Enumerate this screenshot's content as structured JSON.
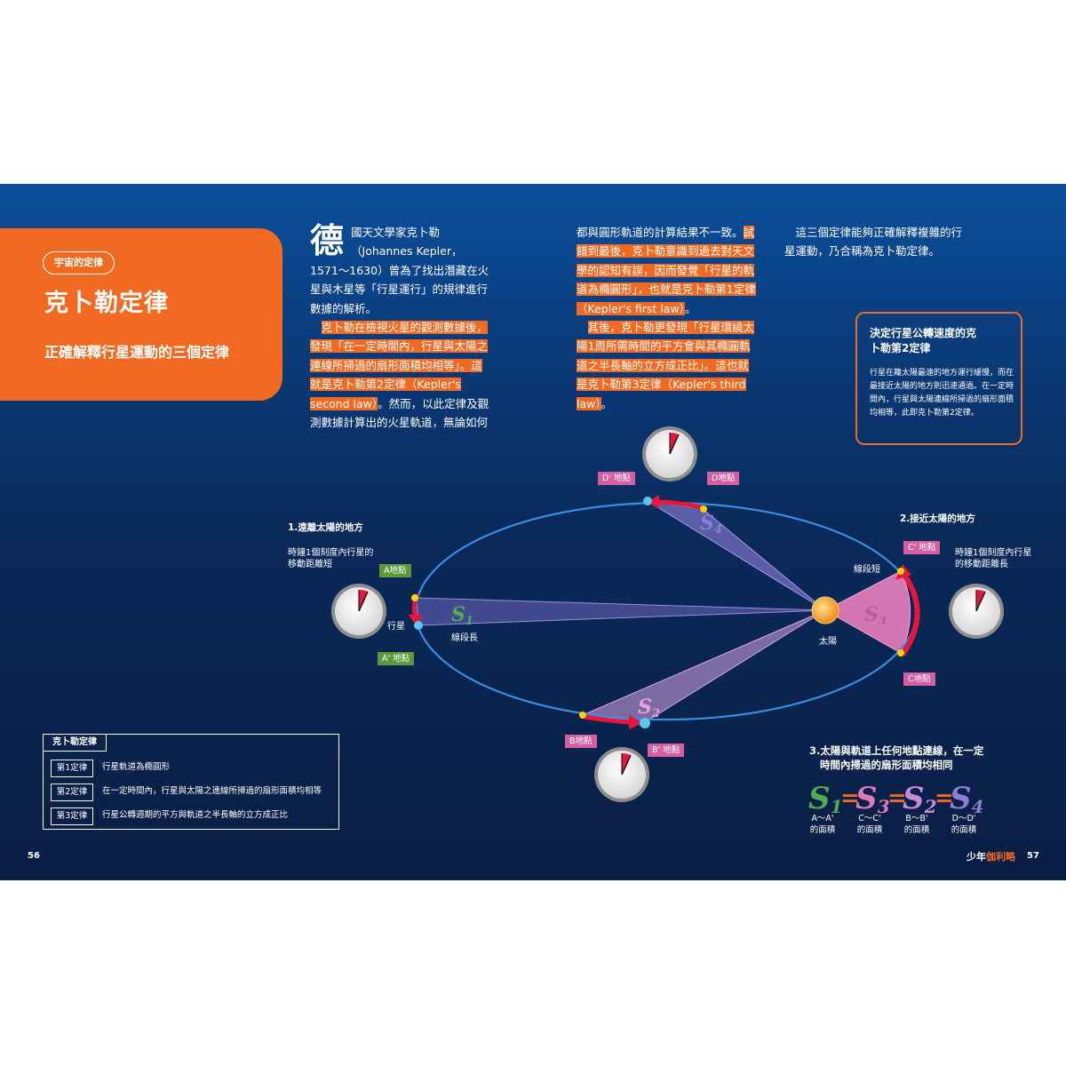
{
  "colors": {
    "accent": "#f26a22",
    "bg_top": "#0b4f9c",
    "bg_bottom": "#0a1e44",
    "orbit": "#3a8ee0",
    "s1": "#4fae52",
    "s3": "#e07bb8",
    "s2": "#c78ad8",
    "s4": "#8a7fd0"
  },
  "header": {
    "section_tag": "宇宙的定律",
    "title": "克卜勒定律",
    "subtitle": "正確解釋行星運動的三個定律"
  },
  "column1": {
    "dropcap": "德",
    "p1": "國天文學家克卜勒（Johannes Kepler，1571～1630）曾為了找出潛藏在火星與木星等「行星運行」的規律進行數據的解析。",
    "p2_pre": "　",
    "p2_hl": "克卜勒在檢視火星的觀測數據後，發現「在一定時間內，行星與太陽之連線所掃過的扇形面積均相等」。這就是克卜勒第2定律（Kepler's second law）",
    "p2_post": "。然而，以此定律及觀測數據計算出的火星軌道，無論如何"
  },
  "column2": {
    "p1_pre": "都與圓形軌道的計算結果不一致。",
    "p1_hl": "試錯到最後，克卜勒意識到過去對天文學的認知有誤，因而發覺「行星的軌道為橢圓形」，也就是克卜勒第1定律（Kepler's first law）",
    "p1_post": "。",
    "p2_pre": "　",
    "p2_hl": "其後，克卜勒更發現「行星環繞太陽1周所需時間的平方會與其橢圓軌道之半長軸的立方成正比」。這也就是克卜勒第3定律（Kepler's third law）",
    "p2_post": "。"
  },
  "column3": {
    "p1": "　這三個定律能夠正確解釋複雜的行星運動，乃合稱為克卜勒定律。"
  },
  "law2_box": {
    "title": "決定行星公轉速度的克卜勒第2定律",
    "body": "行星在離太陽最遠的地方運行緩慢，而在最接近太陽的地方則迅速通過。在一定時間內，行星與太陽連線所掃過的扇形面積均相等，此即克卜勒第2定律。"
  },
  "diagram": {
    "far_heading": "1.遠離太陽的地方",
    "far_note": "時鐘1個刻度內行星的移動距離短",
    "near_heading": "2.接近太陽的地方",
    "near_note": "時鐘1個刻度內行星的移動距離長",
    "planet": "行星",
    "long_segment": "線段長",
    "short_segment": "線段短",
    "sun": "太陽",
    "tags": {
      "A": "A地點",
      "A2": "A' 地點",
      "B": "B地點",
      "B2": "B' 地點",
      "C": "C地點",
      "C2": "C' 地點",
      "D": "D地點",
      "D2": "D' 地點"
    },
    "areas": {
      "S1": "S",
      "S1_sub": "1",
      "S2": "S",
      "S2_sub": "2",
      "S3": "S",
      "S3_sub": "3",
      "S4": "S",
      "S4_sub": "4"
    }
  },
  "laws": {
    "heading": "克卜勒定律",
    "rows": [
      {
        "num": "第1定律",
        "text": "行星軌道為橢圓形"
      },
      {
        "num": "第2定律",
        "text": "在一定時間內，行星與太陽之連線所掃過的扇形面積均相等"
      },
      {
        "num": "第3定律",
        "text": "行星公轉週期的平方與軌道之半長軸的立方成正比"
      }
    ]
  },
  "equation": {
    "title_line1": "3.太陽與軌道上任何地點連線，在一定",
    "title_line2": "時間內掃過的扇形面積均相同",
    "eq_sign": "=",
    "terms": [
      {
        "s": "S",
        "sub": "1",
        "area": "A～A'",
        "area2": "的面積"
      },
      {
        "s": "S",
        "sub": "3",
        "area": "C～C'",
        "area2": "的面積"
      },
      {
        "s": "S",
        "sub": "2",
        "area": "B～B'",
        "area2": "的面積"
      },
      {
        "s": "S",
        "sub": "4",
        "area": "D～D'",
        "area2": "的面積"
      }
    ]
  },
  "footer": {
    "page_left": "56",
    "page_right": "57",
    "brand_a": "少年",
    "brand_b": "伽利略"
  }
}
